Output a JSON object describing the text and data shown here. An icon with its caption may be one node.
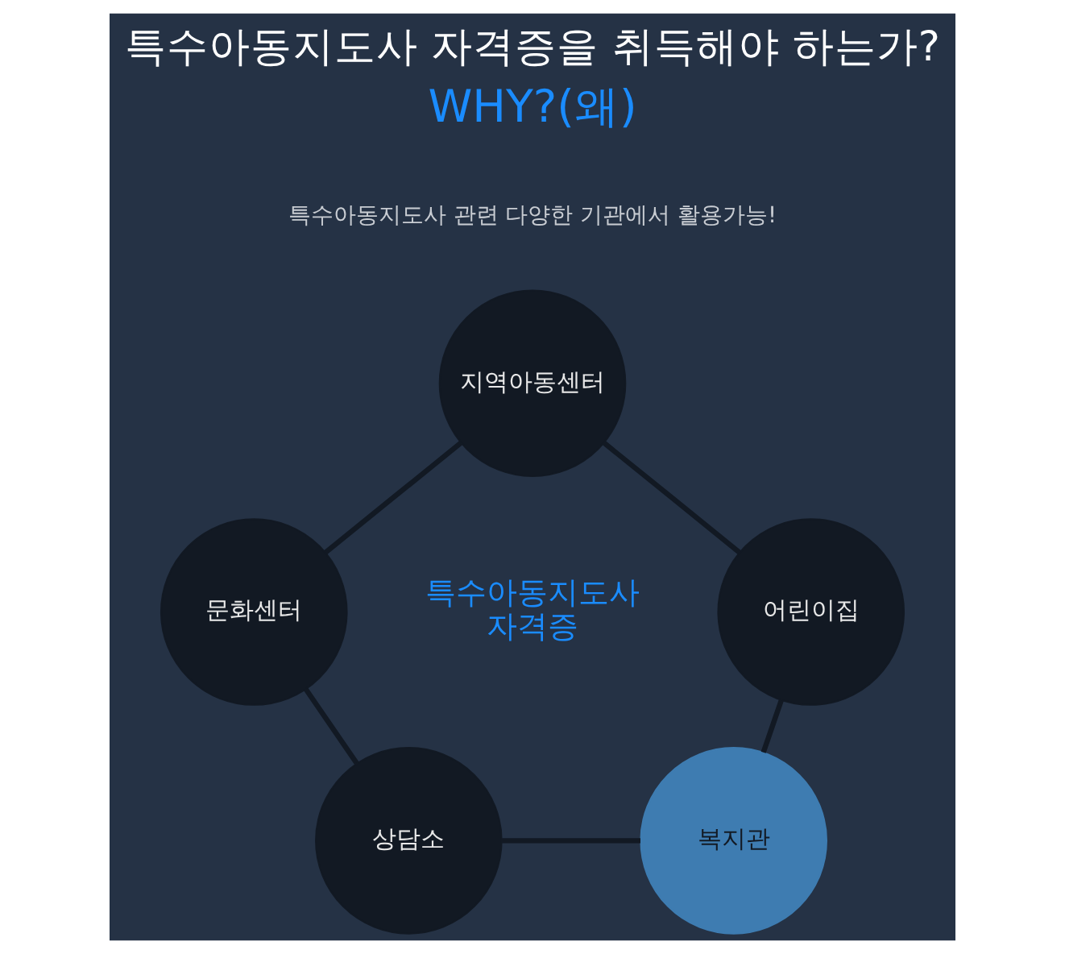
{
  "diagram": {
    "title": "특수아동지도사 자격증을 취득해야 하는가?",
    "nodes": [
      {
        "text": [
          "지역아동센터"
        ]
      },
      {
        "text": [
          "문화센터"
        ]
      },
      {
        "text": [
          "어린이집"
        ]
      },
      {
        "text": [
          "상담소"
        ]
      },
      {
        "text": [
          "복지관"
        ]
      }
    ],
    "edges": [
      {
        "from": 0,
        "to": 1,
        "arrow": "none"
      },
      {
        "from": 0,
        "to": 2,
        "arrow": "none"
      },
      {
        "from": 1,
        "to": 3,
        "arrow": "none"
      },
      {
        "from": 2,
        "to": 4,
        "arrow": "none"
      },
      {
        "from": 3,
        "to": 4,
        "arrow": "none"
      }
    ],
    "labels": [
      "WHY?(왜)",
      "특수아동지도사 관련 다양한 기관에서 활용가능!",
      "특수아동지도사 자격증"
    ]
  }
}
